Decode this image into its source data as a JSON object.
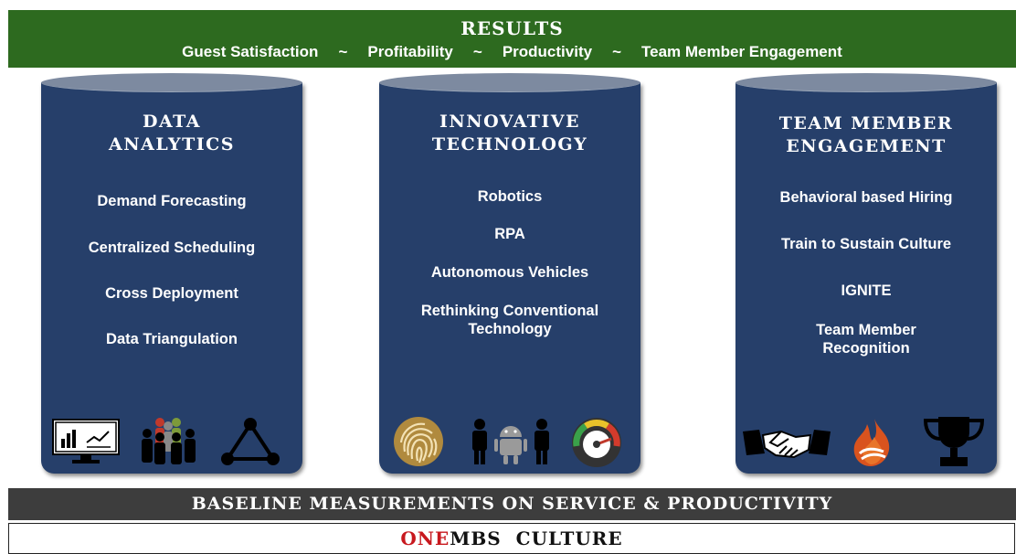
{
  "banner": {
    "title": "RESULTS",
    "items": [
      "Guest Satisfaction",
      "Profitability",
      "Productivity",
      "Team Member Engagement"
    ],
    "separator": "~"
  },
  "pillars": [
    {
      "title_line1": "DATA",
      "title_line2": "ANALYTICS",
      "items": [
        "Demand Forecasting",
        "Centralized Scheduling",
        "Cross Deployment",
        "Data Triangulation"
      ],
      "icons": [
        "monitor-chart-icon",
        "people-group-icon",
        "network-triangle-icon"
      ]
    },
    {
      "title_line1": "INNOVATIVE",
      "title_line2": "TECHNOLOGY",
      "items": [
        "Robotics",
        "RPA",
        "Autonomous Vehicles",
        "Rethinking Conventional",
        "Technology"
      ],
      "icons": [
        "fingerprint-icon",
        "people-android-icon",
        "gauge-icon"
      ]
    },
    {
      "title_line1": "TEAM MEMBER",
      "title_line2": "ENGAGEMENT",
      "items": [
        "Behavioral based Hiring",
        "Train to Sustain Culture",
        "IGNITE",
        "Team Member",
        "Recognition"
      ],
      "icons": [
        "handshake-icon",
        "flame-icon",
        "trophy-icon"
      ]
    }
  ],
  "baseline": {
    "text": "BASELINE MEASUREMENTS ON SERVICE & PRODUCTIVITY"
  },
  "culture": {
    "highlight": "ONE",
    "rest": "MBS  CULTURE"
  },
  "colors": {
    "banner_green": "#2d6a1f",
    "pillar_navy": "#263f6a",
    "baseline_gray": "#3d3d3d",
    "culture_red": "#c8181e"
  }
}
